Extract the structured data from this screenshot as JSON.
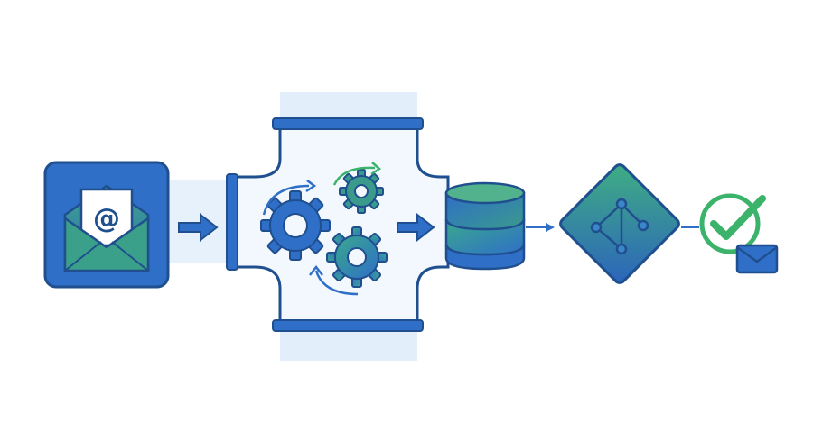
{
  "diagram": {
    "type": "process-flow",
    "steps": [
      {
        "id": "email",
        "icon": "email-envelope-icon"
      },
      {
        "id": "processing",
        "icon": "gears-icon"
      },
      {
        "id": "database",
        "icon": "database-icon"
      },
      {
        "id": "routing",
        "icon": "network-diamond-icon"
      },
      {
        "id": "confirmation",
        "icon": "check-mail-icon"
      }
    ],
    "at_symbol": "@",
    "colors": {
      "blue": "#2f6fc7",
      "blue_dark": "#1e4f9c",
      "teal": "#3a9a8c",
      "green": "#3bb36b",
      "pipe_light": "#e6f1fb",
      "pipe_mid": "#cfe3f6",
      "stroke": "#1f4f8e"
    }
  }
}
